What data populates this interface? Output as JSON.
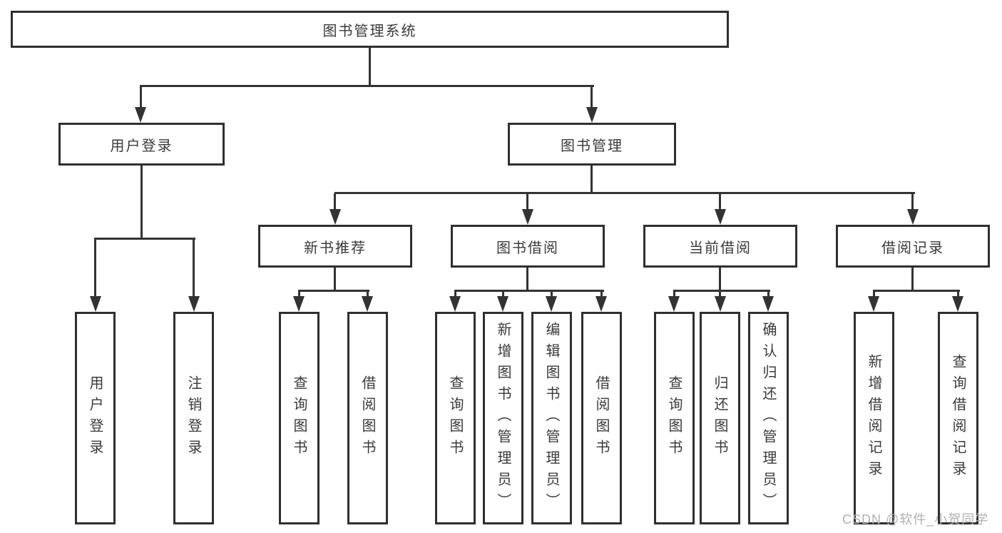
{
  "diagram": {
    "root": {
      "label": "图书管理系统"
    },
    "branches": {
      "user_login": {
        "label": "用户登录",
        "children": {
          "login": "用户登录",
          "logout": "注销登录"
        }
      },
      "book_management": {
        "label": "图书管理",
        "children": {
          "new_book_recommend": {
            "label": "新书推荐",
            "children": {
              "query": "查询图书",
              "borrow": "借阅图书"
            }
          },
          "book_borrow": {
            "label": "图书借阅",
            "children": {
              "query": "查询图书",
              "add": "新增图书（管理员）",
              "edit": "编辑图书（管理员）",
              "borrow": "借阅图书"
            }
          },
          "current_borrow": {
            "label": "当前借阅",
            "children": {
              "query": "查询图书",
              "return": "归还图书",
              "confirm_return": "确认归还（管理员）"
            }
          },
          "borrow_records": {
            "label": "借阅记录",
            "children": {
              "add_record": "新增借阅记录",
              "query_record": "查询借阅记录"
            }
          }
        }
      }
    }
  },
  "watermark": {
    "text": "CSDN @软件_小贺同学"
  },
  "colors": {
    "line": "#333333",
    "box_border": "#2f2f2f",
    "text": "#3a3a3a",
    "watermark": "#b0b0b0",
    "background": "#ffffff"
  }
}
